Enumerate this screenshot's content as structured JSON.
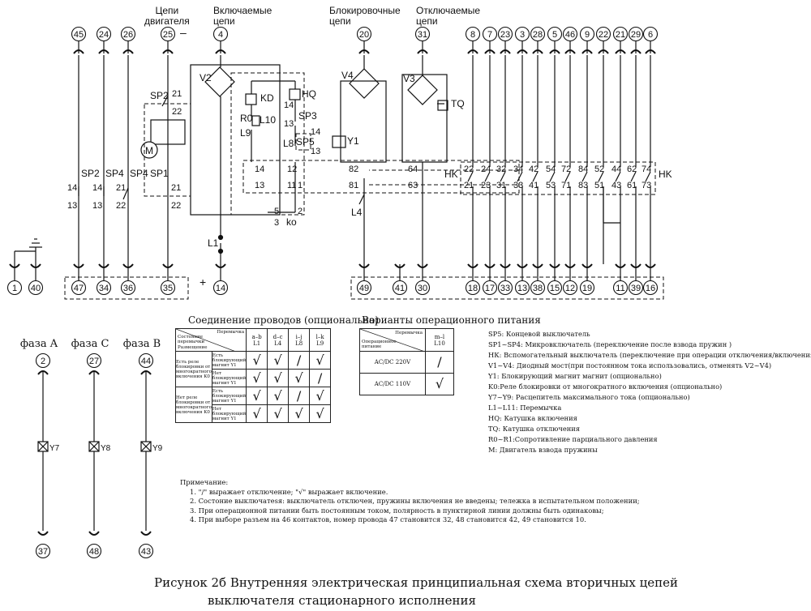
{
  "headers": {
    "motor_circuits": "Цепи\nдвигателя",
    "minus": "–",
    "closing_circuits": "Включаемые\nцепи",
    "blocking_circuits": "Блокировочные\nцепи",
    "opening_circuits": "Отключаемые\nцепи"
  },
  "top_terminals": [
    "45",
    "24",
    "26",
    "25",
    "4",
    "20",
    "31",
    "8",
    "7",
    "23",
    "3",
    "28",
    "5",
    "46",
    "9",
    "22",
    "21",
    "29",
    "6"
  ],
  "bottom_terminals": [
    "1",
    "40",
    "47",
    "34",
    "36",
    "35",
    "14",
    "49",
    "41",
    "30",
    "18",
    "17",
    "33",
    "13",
    "38",
    "15",
    "12",
    "19",
    "11",
    "39",
    "16"
  ],
  "plus": "+",
  "labels": {
    "V2": "V2",
    "KD": "KD",
    "HQ": "HQ",
    "SP3": "SP3",
    "R0": "R0",
    "L10": "L10",
    "L9": "L9",
    "L8": "L8",
    "SP5": "SP5",
    "Y1": "Y1",
    "V4": "V4",
    "V3": "V3",
    "TQ": "TQ",
    "SP2a": "SP2",
    "SP2b": "SP2",
    "SP4a": "SP4",
    "SP4b": "SP4",
    "SP1": "SP1",
    "M": "M",
    "L1": "L1",
    "L4": "L4",
    "ko": "ko",
    "HK1": "HK",
    "HK2": "HK",
    "n14": "14",
    "n13": "13",
    "n21": "21",
    "n22": "22",
    "n14b": "14",
    "n13b": "13",
    "n21b": "21",
    "n22b": "22",
    "s14": "14",
    "s13": "13",
    "s12": "12",
    "s11": "11",
    "s82": "82",
    "s81": "81",
    "s64": "64",
    "s63": "63",
    "s5": "5",
    "s3": "3",
    "s2": "2",
    "s1": "1",
    "hq14": "14",
    "hq13": "13",
    "l8_14": "14",
    "l8_13": "13"
  },
  "hk_top": [
    "22",
    "24",
    "32",
    "34",
    "42",
    "54",
    "72",
    "84",
    "52",
    "44",
    "62",
    "74"
  ],
  "hk_bottom": [
    "21",
    "23",
    "31",
    "33",
    "41",
    "53",
    "71",
    "83",
    "51",
    "43",
    "61",
    "73"
  ],
  "phases": [
    {
      "name": "фаза A",
      "top": "2",
      "device": "Y7",
      "bottom": "37"
    },
    {
      "name": "фаза C",
      "top": "27",
      "device": "Y8",
      "bottom": "48"
    },
    {
      "name": "фаза B",
      "top": "44",
      "device": "Y9",
      "bottom": "43"
    }
  ],
  "wire_table": {
    "title": "Соединение проводов (опционально)",
    "corner_top": "Перемычка",
    "corner_mid": "Состояние перемычки",
    "corner_bottom": "Размещение",
    "columns": [
      {
        "a": "a–b",
        "b": "L1"
      },
      {
        "a": "d–c",
        "b": "L4"
      },
      {
        "a": "i–j",
        "b": "L8"
      },
      {
        "a": "l–k",
        "b": "L9"
      }
    ],
    "rows": [
      {
        "group": "Есть реле блокировки от многократного включения K0",
        "state": "Есть блокирующий магнит Y1",
        "marks": [
          "√",
          "√",
          "/",
          "√"
        ]
      },
      {
        "group": "",
        "state": "Нет блокирующий магнит Y1",
        "marks": [
          "√",
          "√",
          "√",
          "/"
        ]
      },
      {
        "group": "Нет реле блокировки от многократного включения K0",
        "state": "Есть блокирующий магнит Y1",
        "marks": [
          "√",
          "√",
          "/",
          "√"
        ]
      },
      {
        "group": "",
        "state": "Нет блокирующий магнит Y1",
        "marks": [
          "√",
          "√",
          "√",
          "√"
        ]
      }
    ]
  },
  "supply_table": {
    "title": "Варианты операционного питания",
    "corner_top": "Перемычка",
    "corner_bottom": "Операционное питание",
    "column": {
      "a": "m–l",
      "b": "L10"
    },
    "rows": [
      {
        "label": "AC/DC  220V",
        "mark": "/"
      },
      {
        "label": "AC/DC  110V",
        "mark": "√"
      }
    ]
  },
  "legend": [
    "SP5: Концевой выключатель",
    "SP1~SP4: Микровключатель (переключение после взвода пружин )",
    "НК: Вспомогательный выключатель (переключение при операции отключения/включения )",
    "V1~V4: Диодный мост(при постоянном тока использовались, отменять V2~V4)",
    "Y1: Блокирующий магнит магнит (опционально)",
    "K0:Реле блокировки от многократного включения (опционально)",
    "Y7~Y9: Расцепитель максимального тока (опционально)",
    "L1~L11: Перемычка",
    "HQ: Катушка включения",
    "TQ: Катушка отключения",
    "R0~R1:Сопротивление парциального давления",
    "M: Двигатель взвода пружины"
  ],
  "notes": {
    "heading": "Примечание:",
    "items": [
      "1. \"/\" выражает отключение; \"√\" выражает включение.",
      "2. Состоние выключатеsя: выключатель отключен, пружины включения не введены; тележка в испытательном положении;",
      "3. При операционной питании быть постоянным током, полярность в пунктирной линии должны быть одинаковы;",
      "4. При выборе разъем на 46 контактов, номер провода 47 становится 32, 48 становится 42, 49 становится 10."
    ]
  },
  "caption": [
    "Рисунок 2б  Внутренняя электрическая принципиальная схема вторичных цепей",
    "выключателя стационарного исполнения"
  ]
}
